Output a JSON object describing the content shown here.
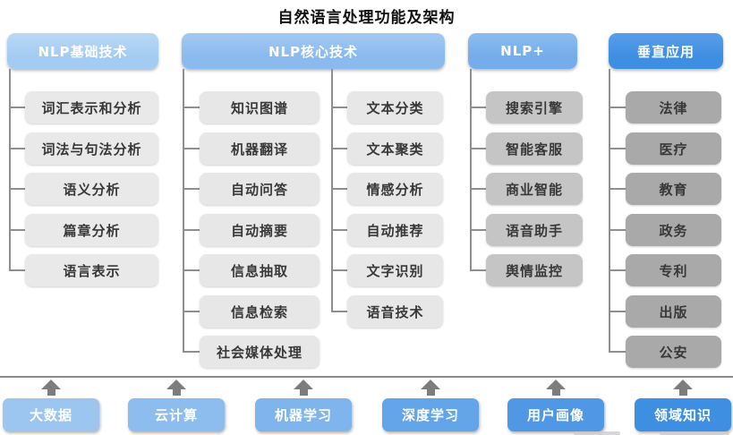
{
  "title": "自然语言处理功能及架构",
  "columns": [
    {
      "id": "nlp-basic",
      "header": "NLP基础技术",
      "header_color": "#a4ccf2",
      "header_color_top": "#b9d8f6",
      "item_color": "#e9e9e9",
      "items": [
        "词汇表示和分析",
        "词法与句法分析",
        "语义分析",
        "篇章分析",
        "语言表示"
      ]
    },
    {
      "id": "nlp-core",
      "header": "NLP核心技术",
      "header_color": "#8abaee",
      "header_color_top": "#a3c9f2",
      "item_color": "#e7e7e7",
      "subcolumns": [
        [
          "知识图谱",
          "机器翻译",
          "自动问答",
          "自动摘要",
          "信息抽取",
          "信息检索",
          "社会媒体处理"
        ],
        [
          "文本分类",
          "文本聚类",
          "情感分析",
          "自动推荐",
          "文字识别",
          "语音技术"
        ]
      ]
    },
    {
      "id": "nlp-plus",
      "header": "NLP+",
      "header_color": "#74adea",
      "header_color_top": "#8cbcef",
      "item_color": "#c5c5c5",
      "items": [
        "搜索引擎",
        "智能客服",
        "商业智能",
        "语音助手",
        "舆情监控"
      ]
    },
    {
      "id": "vertical-apps",
      "header": "垂直应用",
      "header_color": "#3e8ee2",
      "header_color_top": "#5a9ee8",
      "item_color": "#a9a9a9",
      "items": [
        "法律",
        "医疗",
        "教育",
        "政务",
        "专利",
        "出版",
        "公安"
      ]
    }
  ],
  "foundation": {
    "items": [
      {
        "label": "大数据",
        "color": "#9cc5f0"
      },
      {
        "label": "云计算",
        "color": "#8dbcee"
      },
      {
        "label": "机器学习",
        "color": "#7fb4ec"
      },
      {
        "label": "深度学习",
        "color": "#64a4e9"
      },
      {
        "label": "用户画像",
        "color": "#5098e6"
      },
      {
        "label": "领域知识",
        "color": "#3e8ee2"
      }
    ]
  },
  "style": {
    "connector_color": "#8f8f8f",
    "arrow_color": "#7d7d7d",
    "item_text_color": "#383838",
    "header_text_color": "#ffffff"
  }
}
